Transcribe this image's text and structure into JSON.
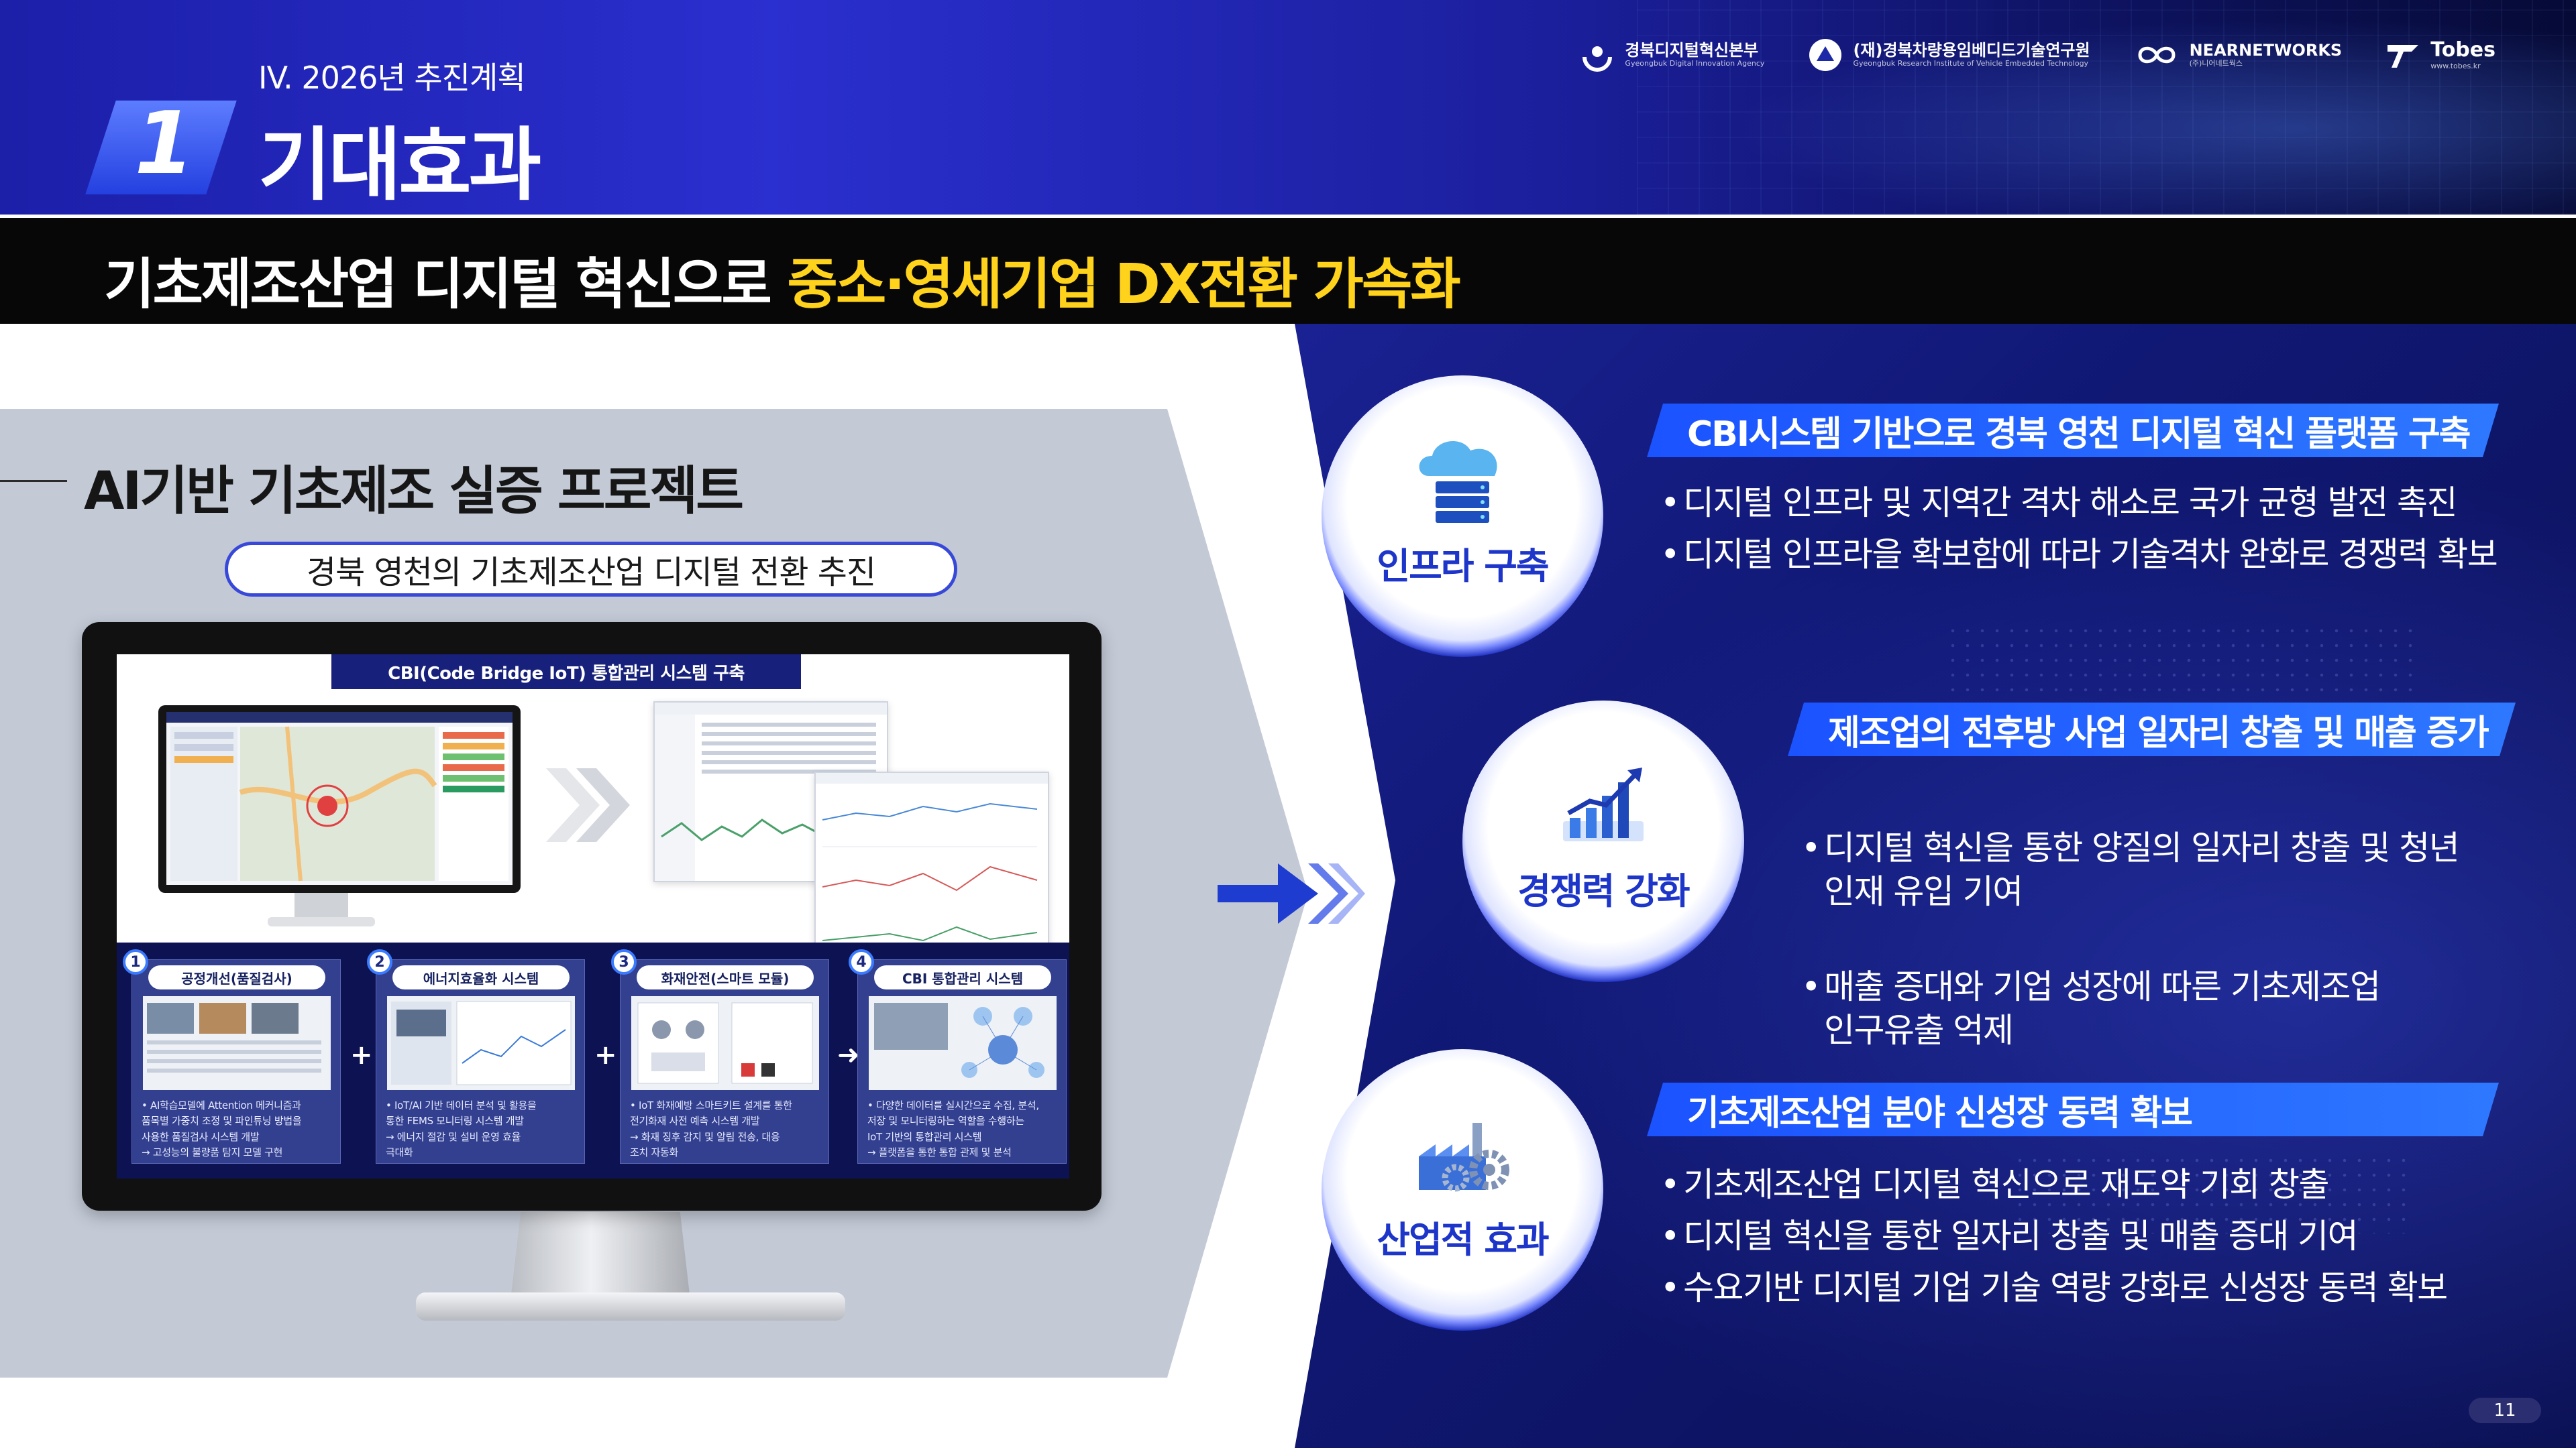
{
  "header": {
    "section_label": "IV. 2026년 추진계획",
    "number": "1",
    "title": "기대효과"
  },
  "logos": [
    {
      "main": "경북디지털혁신본부",
      "sub": "Gyeongbuk Digital Innovation Agency",
      "icon": "gdia-logo"
    },
    {
      "main": "(재)경북차량용임베디드기술연구원",
      "sub": "Gyeongbuk Research Institute of Vehicle Embedded Technology",
      "icon": "gitc-logo"
    },
    {
      "main": "NEARNETWORKS",
      "sub": "(주)니어네트웍스",
      "icon": "infinity-logo"
    },
    {
      "main": "Tobes",
      "sub": "www.tobes.kr",
      "icon": "tobes-logo"
    }
  ],
  "subtitle": {
    "white_part": "기초제조산업 디지털 혁신으로 ",
    "yellow_part": "중소·영세기업 DX전환 가속화"
  },
  "left": {
    "title": "AI기반 기초제조 실증 프로젝트",
    "pill": "경북 영천의 기초제조산업 디지털 전환 추진",
    "banner": "CBI(Code Bridge IoT) 통합관리 시스템 구축",
    "steps": [
      {
        "num": "1",
        "caption": "공정개선(품질검사)",
        "desc": [
          "• AI학습모델에 Attention 메커니즘과",
          "품목별 가중치 조정 및 파인튜닝 방법을",
          "사용한 품질검사 시스템 개발",
          "→ 고성능의 불량품 탐지 모델 구현"
        ]
      },
      {
        "num": "2",
        "caption": "에너지효율화 시스템",
        "desc": [
          "• IoT/AI 기반 데이터 분석 및 활용을",
          "통한 FEMS 모니터링 시스템 개발",
          "→ 에너지 절감 및 설비 운영 효율",
          "극대화"
        ]
      },
      {
        "num": "3",
        "caption": "화재안전(스마트 모듈)",
        "desc": [
          "• IoT 화재예방 스마트키트 설계를 통한",
          "전기화재 사전 예측 시스템 개발",
          "→ 화재 징후 감지 및 알림 전송, 대응",
          "조치 자동화"
        ]
      },
      {
        "num": "4",
        "caption": "CBI 통합관리 시스템",
        "desc": [
          "• 다양한 데이터를 실시간으로 수집, 분석,",
          "저장 및 모니터링하는 역할을 수행하는",
          "IoT 기반의 통합관리 시스템",
          "→ 플랫폼을 통한 통합 관제 및 분석"
        ]
      }
    ],
    "join_symbols": [
      "+",
      "+",
      "➜"
    ]
  },
  "effects": [
    {
      "circle_label": "인프라 구축",
      "icon": "cloud-server-icon",
      "ribbon": "CBI시스템 기반으로 경북 영천 디지털 혁신 플랫폼 구축",
      "bullets": [
        "디지털 인프라 및 지역간 격차 해소로 국가 균형 발전 촉진",
        "디지털 인프라을 확보함에 따라 기술격차 완화로 경쟁력 확보"
      ]
    },
    {
      "circle_label": "경쟁력 강화",
      "icon": "growth-chart-icon",
      "ribbon": "제조업의 전후방 사업 일자리 창출 및 매출 증가",
      "bullets": [
        "디지털 혁신을 통한 양질의 일자리 창출 및 청년\n인재 유입 기여",
        "매출 증대와 기업 성장에 따른 기초제조업\n인구유출 억제"
      ]
    },
    {
      "circle_label": "산업적 효과",
      "icon": "factory-gears-icon",
      "ribbon": "기초제조산업 분야 신성장 동력 확보",
      "bullets": [
        "기초제조산업 디지털 혁신으로 재도약 기회 창출",
        "디지털 혁신을 통한 일자리 창출 및 매출 증대 기여",
        "수요기반 디지털 기업 기술 역량 강화로 신성장 동력 확보"
      ]
    }
  ],
  "page_number": "11",
  "colors": {
    "accent_yellow": "#ffd21c",
    "ribbon_blue": "#1b53ff",
    "navy": "#0a0f4f",
    "circle_text": "#1d36c9"
  }
}
